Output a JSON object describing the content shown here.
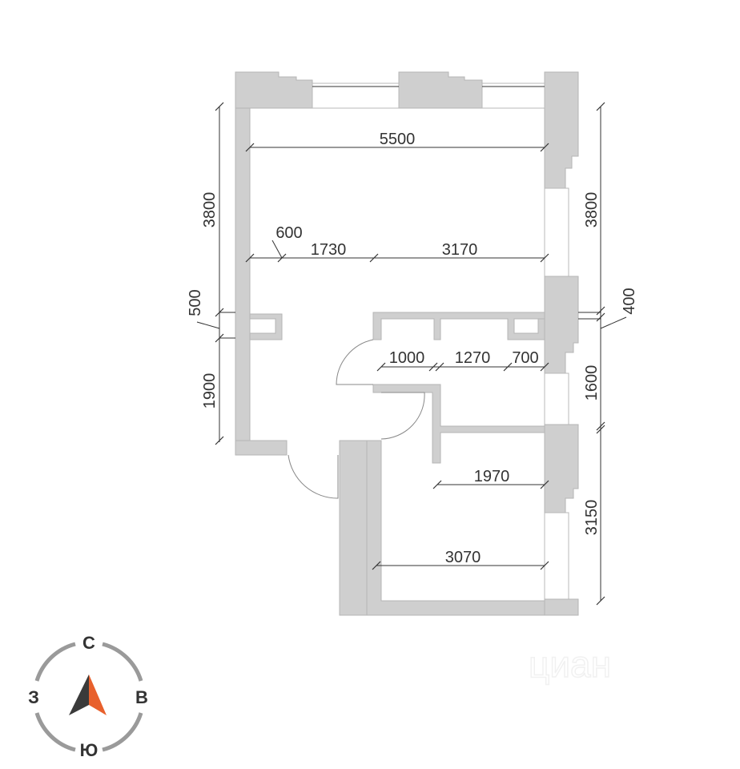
{
  "dimensions": {
    "top_width": "5500",
    "left_upper_height": "3800",
    "right_upper_height": "3800",
    "seg_600": "600",
    "seg_1730": "1730",
    "seg_3170": "3170",
    "left_500": "500",
    "right_400": "400",
    "seg_1000": "1000",
    "seg_1270": "1270",
    "seg_700": "700",
    "left_lower_height": "1900",
    "right_mid_height": "1600",
    "seg_1970": "1970",
    "right_lower_height": "3150",
    "bottom_width": "3070"
  },
  "compass": {
    "north": "С",
    "west": "З",
    "east": "В",
    "south": "Ю",
    "arrow_color": "#e8602c",
    "arrow_dark": "#3a3a3a"
  },
  "watermark": "циан",
  "colors": {
    "wall": "#cfcfcf",
    "accent": "#e8602c"
  }
}
